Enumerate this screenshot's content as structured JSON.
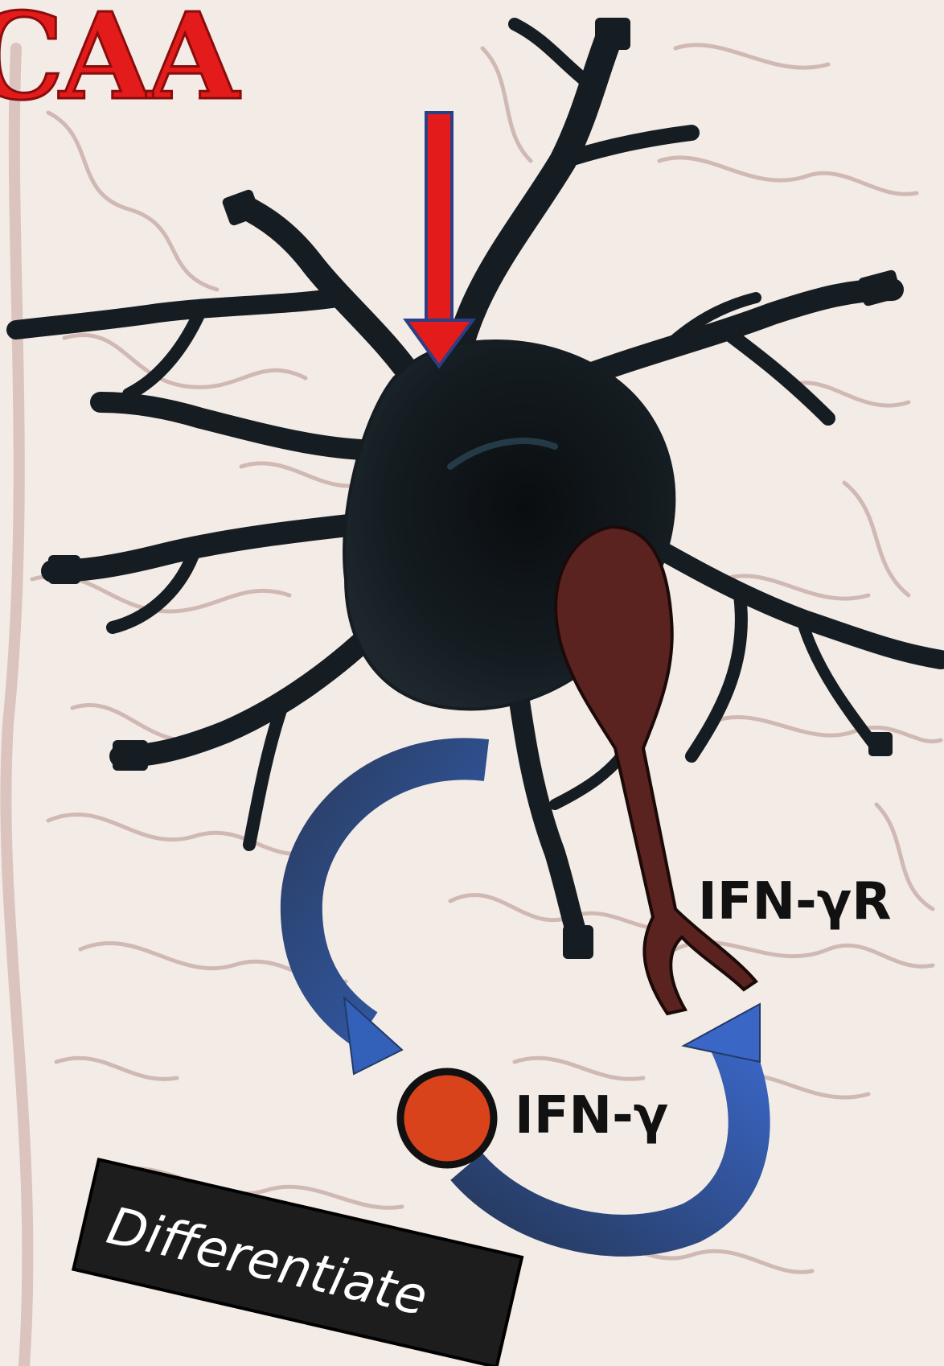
{
  "figure": {
    "top_label": "CAA",
    "receptor_label": "IFN-γR",
    "cytokine_label": "IFN-γ",
    "tag_label": "Differentiate"
  },
  "colors": {
    "background": "#f3ebe6",
    "brain_texture": "#c9a9a0",
    "cell": "#161d22",
    "receptor": "#5a2320",
    "arrow_red": "#e31b1b",
    "arrow_blue": "#2e4f96",
    "cytokine_dot": "#d9431c",
    "tag_bg": "#1d1d1d"
  }
}
